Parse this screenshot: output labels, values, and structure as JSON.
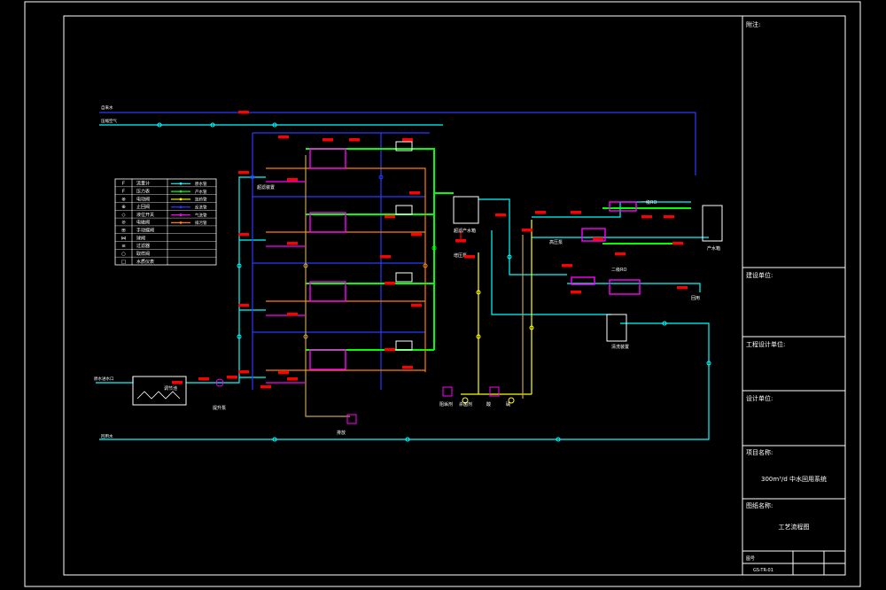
{
  "drawing": {
    "colors": {
      "background": "#000000",
      "border": "#ffffff",
      "cyan": "#00ffff",
      "blue": "#2b39ff",
      "green": "#00ff00",
      "red": "#ff0000",
      "magenta": "#ff00ff",
      "yellow": "#ffff00",
      "orange": "#ff8000",
      "tan": "#c8a050",
      "white": "#ffffff"
    }
  },
  "title_block": {
    "notes_label": "附注:",
    "approval_label": "建设单位:",
    "company_label": "工程设计单位:",
    "design_label": "设计单位:",
    "project_label": "项目名称:",
    "project_name": "300m³/d 中水回用系统",
    "drawing_label": "图纸名称:",
    "drawing_name": "工艺流程图",
    "footer_code": "图号",
    "footer_code2": "GS-TR-01"
  },
  "legend": {
    "symbols": [
      {
        "sym": "F",
        "label": "流量计"
      },
      {
        "sym": "F",
        "label": "压力表"
      },
      {
        "sym": "⊗",
        "label": "电动阀"
      },
      {
        "sym": "⊕",
        "label": "止回阀"
      },
      {
        "sym": "◇",
        "label": "液位开关"
      },
      {
        "sym": "⊘",
        "label": "电磁阀"
      },
      {
        "sym": "⊞",
        "label": "手动蝶阀"
      },
      {
        "sym": "⋈",
        "label": "球阀"
      },
      {
        "sym": "≡",
        "label": "过滤器"
      },
      {
        "sym": "○",
        "label": "取样阀"
      },
      {
        "sym": "□",
        "label": "水质仪表"
      }
    ],
    "lines": [
      {
        "color": "cyan",
        "label": "原水管"
      },
      {
        "color": "green",
        "label": "产水管"
      },
      {
        "color": "yellow",
        "label": "加药管"
      },
      {
        "color": "blue",
        "label": "反洗管"
      },
      {
        "color": "magenta",
        "label": "气洗管"
      },
      {
        "color": "orange",
        "label": "排污管"
      }
    ]
  },
  "labels": {
    "top_in1": "自来水",
    "top_in2": "压缩空气",
    "bottom_in": "回用水",
    "raw_in": "原水进水口",
    "tank1": "调节池",
    "pump1": "提升泵",
    "filter_label": "超滤装置",
    "uf_tank": "超滤产水箱",
    "uf_pump": "增压泵",
    "ro1": "一级RO",
    "ro2": "二级RO",
    "ro_pump": "高压泵",
    "product_tank": "产水箱",
    "dose1": "阻垢剂",
    "dose2": "杀菌剂",
    "dose3": "酸",
    "dose4": "碱",
    "drain": "排放",
    "cip": "清洗装置",
    "out": "回用"
  }
}
